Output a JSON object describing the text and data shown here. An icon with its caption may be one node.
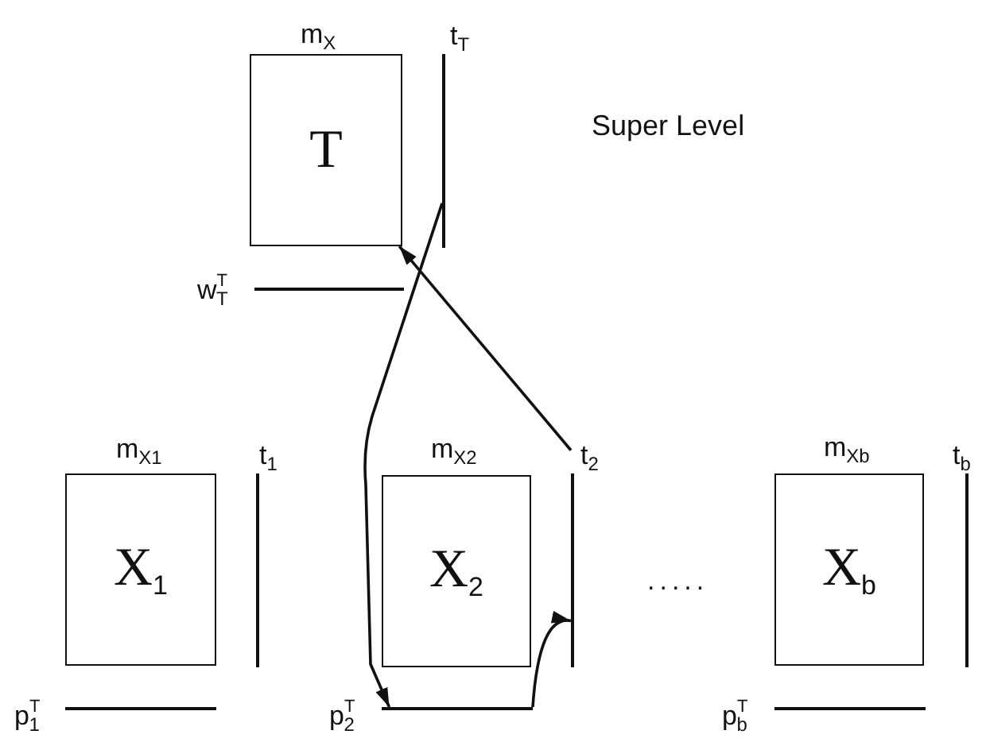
{
  "diagram": {
    "nodes": [
      {
        "text": [
          "T"
        ],
        "beside": [
          "m$_{X}$"
        ]
      },
      {
        "text": [],
        "shape": "bar",
        "beside": [
          "t$_{T}$"
        ]
      },
      {
        "text": [],
        "shape": "bar",
        "beside": [
          "w$^{T}$$_{T}$"
        ]
      },
      {
        "text": [
          "X$_{1}$"
        ],
        "beside": [
          "m$_{X1}$"
        ]
      },
      {
        "text": [],
        "shape": "bar",
        "beside": [
          "t$_{1}$"
        ]
      },
      {
        "text": [
          "X$_{2}$"
        ],
        "beside": [
          "m$_{X2}$"
        ]
      },
      {
        "text": [],
        "shape": "bar",
        "beside": [
          "t$_{2}$"
        ]
      },
      {
        "text": [
          "X$_{b}$"
        ],
        "beside": [
          "m$_{Xb}$"
        ]
      },
      {
        "text": [],
        "shape": "bar",
        "beside": [
          "t$_{b}$"
        ]
      },
      {
        "text": [],
        "shape": "bar",
        "beside": [
          "p$^{T}$$_{1}$"
        ]
      },
      {
        "text": [],
        "shape": "bar",
        "beside": [
          "p$^{T}$$_{2}$"
        ]
      },
      {
        "text": [],
        "shape": "bar",
        "beside": [
          "p$^{T}$$_{b}$"
        ]
      }
    ],
    "edges": [
      {
        "from": 1,
        "to": 10,
        "arrow": "to"
      },
      {
        "from": 6,
        "to": 0,
        "arrow": "to"
      },
      {
        "from": 10,
        "to": 6,
        "arrow": "to"
      }
    ],
    "labels": [
      "Super Level",
      "....."
    ]
  }
}
